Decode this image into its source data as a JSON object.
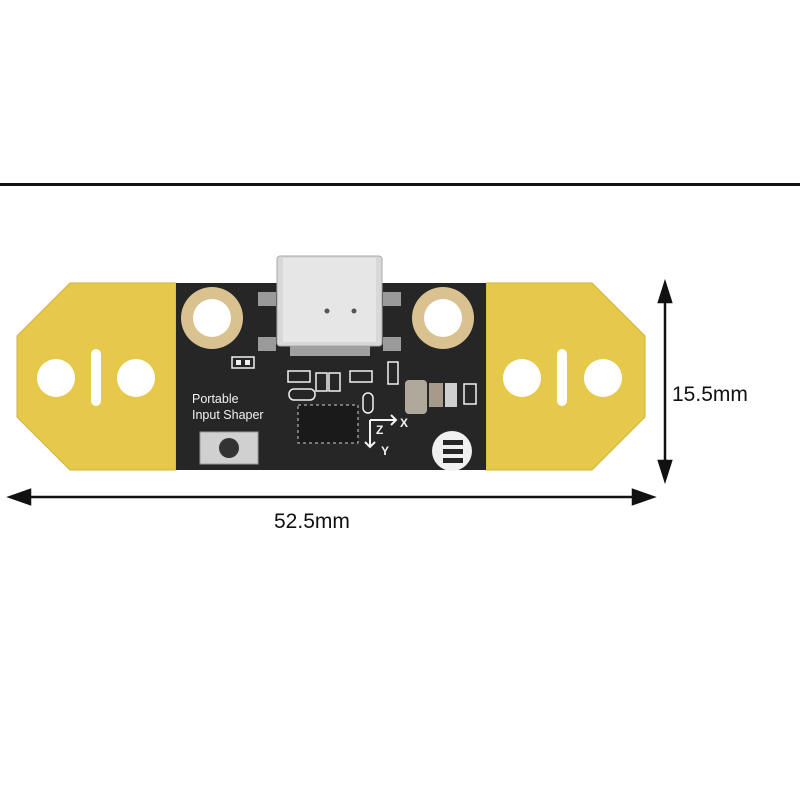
{
  "product": {
    "name": "Portable Input Shaper",
    "silkscreen_lines": [
      "Portable",
      "Input Shaper"
    ],
    "axis_labels": {
      "x": "X",
      "y": "Y",
      "z": "Z"
    }
  },
  "dimensions": {
    "width": "52.5mm",
    "height": "15.5mm"
  },
  "colors": {
    "background": "#ffffff",
    "pcb_flex_yellow": "#e6c84a",
    "pcb_black": "#262626",
    "mounting_ring_gold": "#d9c290",
    "usb_c_silver": "#d8d8d8",
    "dimension_line": "#111111"
  },
  "icons": {
    "usb_c_connector": "usb-c-port",
    "reset_button": "tactile-button",
    "logo": "brand-logo"
  }
}
